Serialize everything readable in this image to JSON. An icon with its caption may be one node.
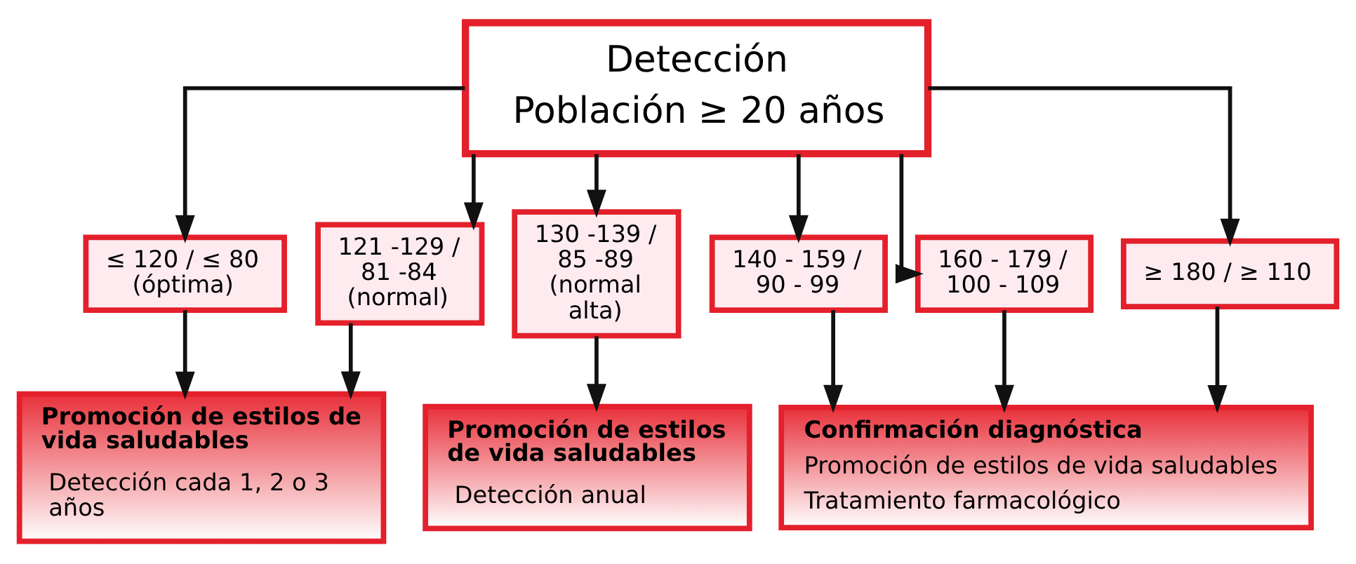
{
  "diagram": {
    "nodes": [
      {
        "text": [
          "Detección",
          "Población ≥ 20 años"
        ]
      },
      {
        "text": [
          "≤ 120 / ≤ 80 (óptima)"
        ]
      },
      {
        "text": [
          "121 -129 / 81 -84 (normal)"
        ]
      },
      {
        "text": [
          "130 -139 / 85 -89 (normal alta)"
        ]
      },
      {
        "text": [
          "140 - 159 / 90 - 99"
        ]
      },
      {
        "text": [
          "160 - 179 / 100 - 109"
        ]
      },
      {
        "text": [
          "≥ 180 / ≥ 110"
        ]
      },
      {
        "text": [
          "Promoción de estilos de vida saludables",
          "Detección cada 1, 2 o 3 años"
        ]
      },
      {
        "text": [
          "Promoción de estilos de vida saludables",
          "Detección anual"
        ]
      },
      {
        "text": [
          "Confirmación diagnóstica",
          "Promoción de estilos de vida saludables",
          "Tratamiento farmacológico"
        ]
      }
    ],
    "edges": [
      {
        "from": 0,
        "to": 1,
        "arrow": "to"
      },
      {
        "from": 0,
        "to": 2,
        "arrow": "to"
      },
      {
        "from": 0,
        "to": 3,
        "arrow": "to"
      },
      {
        "from": 0,
        "to": 4,
        "arrow": "to"
      },
      {
        "from": 0,
        "to": 5,
        "arrow": "to"
      },
      {
        "from": 0,
        "to": 6,
        "arrow": "to"
      },
      {
        "from": 1,
        "to": 7,
        "arrow": "to"
      },
      {
        "from": 2,
        "to": 7,
        "arrow": "to"
      },
      {
        "from": 3,
        "to": 8,
        "arrow": "to"
      },
      {
        "from": 4,
        "to": 9,
        "arrow": "to"
      },
      {
        "from": 5,
        "to": 9,
        "arrow": "to"
      },
      {
        "from": 6,
        "to": 9,
        "arrow": "to"
      }
    ]
  }
}
